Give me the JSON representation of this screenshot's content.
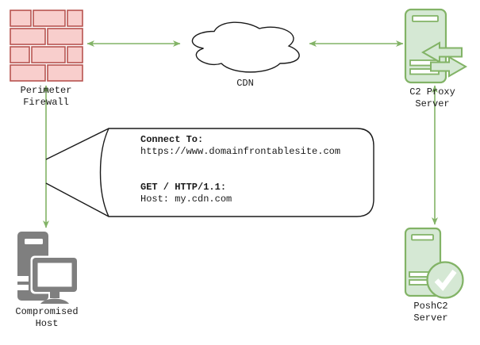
{
  "diagram_type": "network-architecture",
  "nodes": {
    "perimeter_firewall": {
      "label": "Perimeter\nFirewall",
      "icon": "firewall-brick-wall-icon"
    },
    "cdn": {
      "label": "CDN",
      "icon": "cloud-icon"
    },
    "c2_proxy_server": {
      "label": "C2 Proxy\nServer",
      "icon": "proxy-server-icon"
    },
    "compromised_host": {
      "label": "Compromised\nHost",
      "icon": "desktop-computer-icon"
    },
    "poshc2_server": {
      "label": "PoshC2\nServer",
      "icon": "server-check-icon"
    }
  },
  "callout": {
    "connect_title": "Connect To:",
    "connect_value": "https://www.domainfrontablesite.com",
    "request_title": "GET / HTTP/1.1:",
    "request_value": "Host: my.cdn.com"
  },
  "connections": [
    {
      "from": "compromised_host",
      "to": "perimeter_firewall",
      "bidirectional": true
    },
    {
      "from": "perimeter_firewall",
      "to": "cdn",
      "bidirectional": true
    },
    {
      "from": "cdn",
      "to": "c2_proxy_server",
      "bidirectional": true
    },
    {
      "from": "c2_proxy_server",
      "to": "poshc2_server",
      "bidirectional": true
    }
  ],
  "colors": {
    "arrow_green": "#82b366",
    "node_green_fill": "#d5e8d4",
    "node_green_stroke": "#82b366",
    "firewall_fill": "#f8cecc",
    "firewall_stroke": "#b85450",
    "host_gray": "#7f7f7f",
    "outline": "#1a1a1a"
  }
}
